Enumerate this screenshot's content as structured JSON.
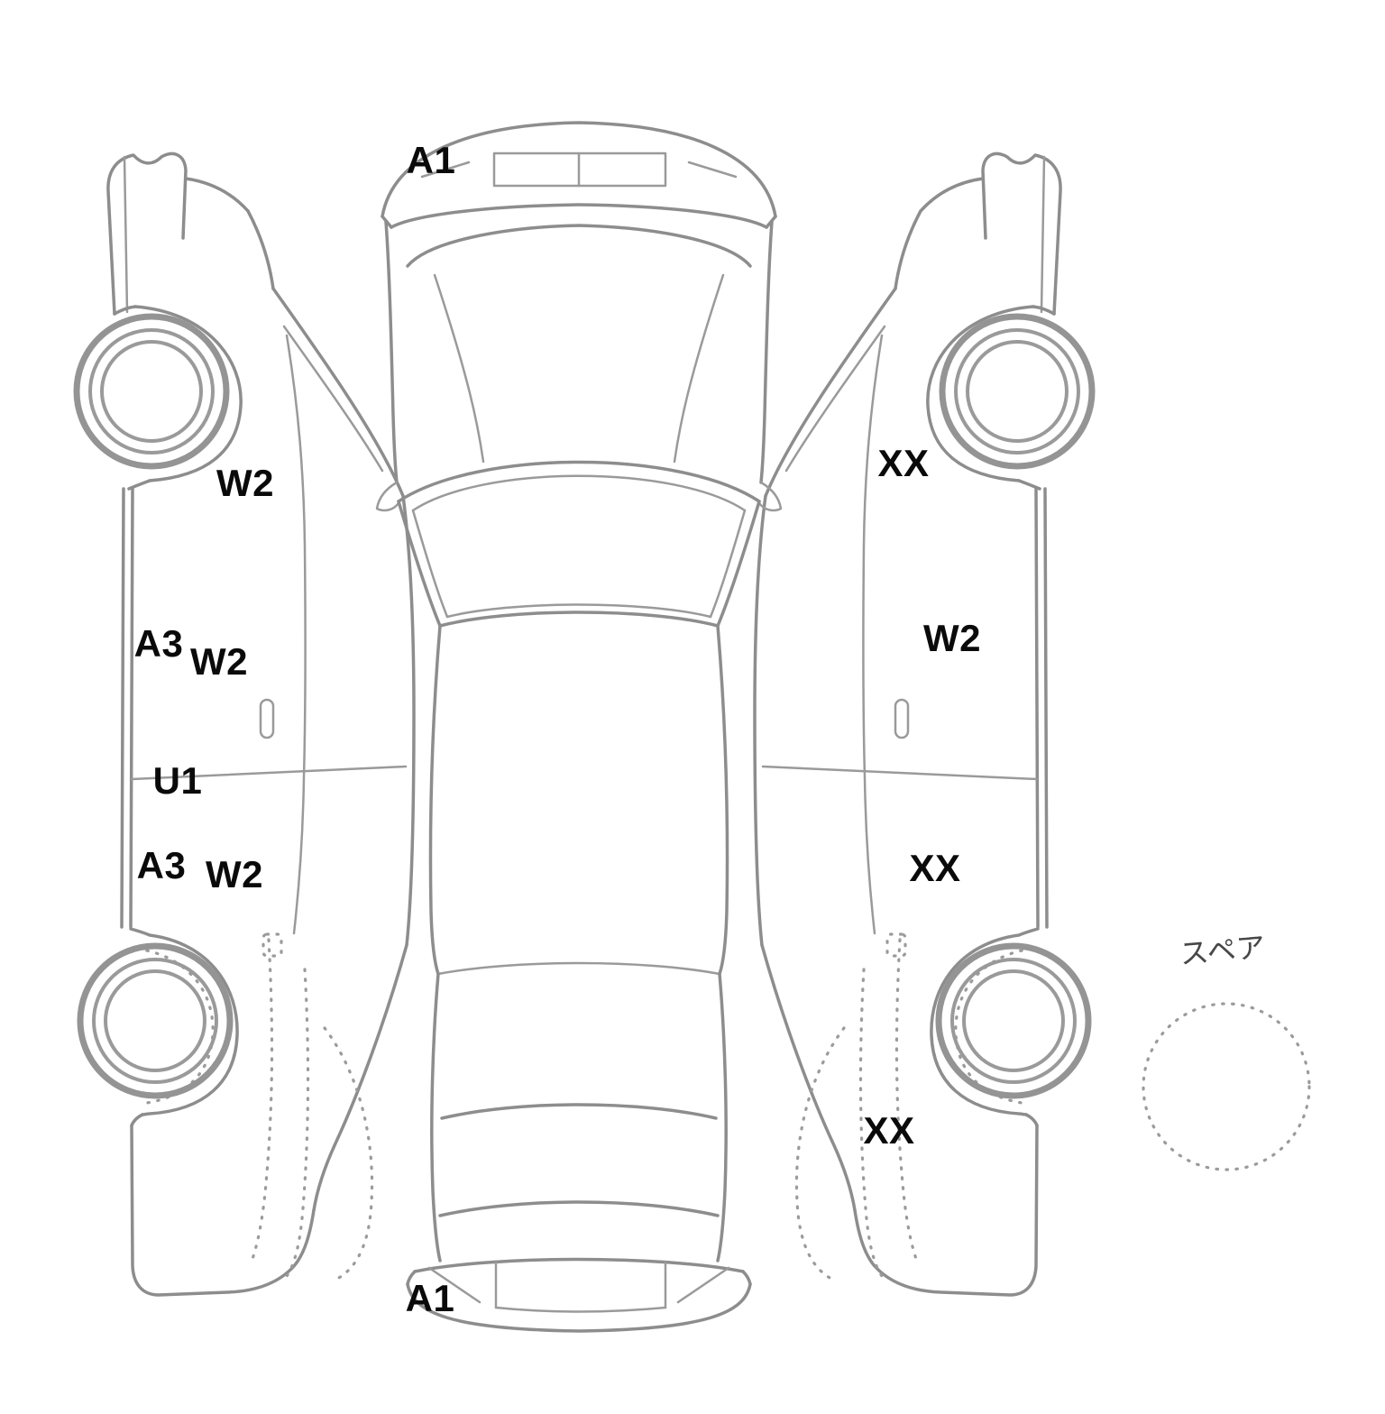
{
  "labels": [
    {
      "text": "A1"
    },
    {
      "text": "W2"
    },
    {
      "text": "XX"
    },
    {
      "text": "A3"
    },
    {
      "text": "W2"
    },
    {
      "text": "W2"
    },
    {
      "text": "U1"
    },
    {
      "text": "A3"
    },
    {
      "text": "W2"
    },
    {
      "text": "XX"
    },
    {
      "text": "XX"
    },
    {
      "text": "A1"
    }
  ],
  "spare_label": "スペア",
  "colors": {
    "line": "#8d8d8d",
    "wheel": "#9a9a9a",
    "label": "#0a0a0a",
    "background": "#ffffff"
  }
}
